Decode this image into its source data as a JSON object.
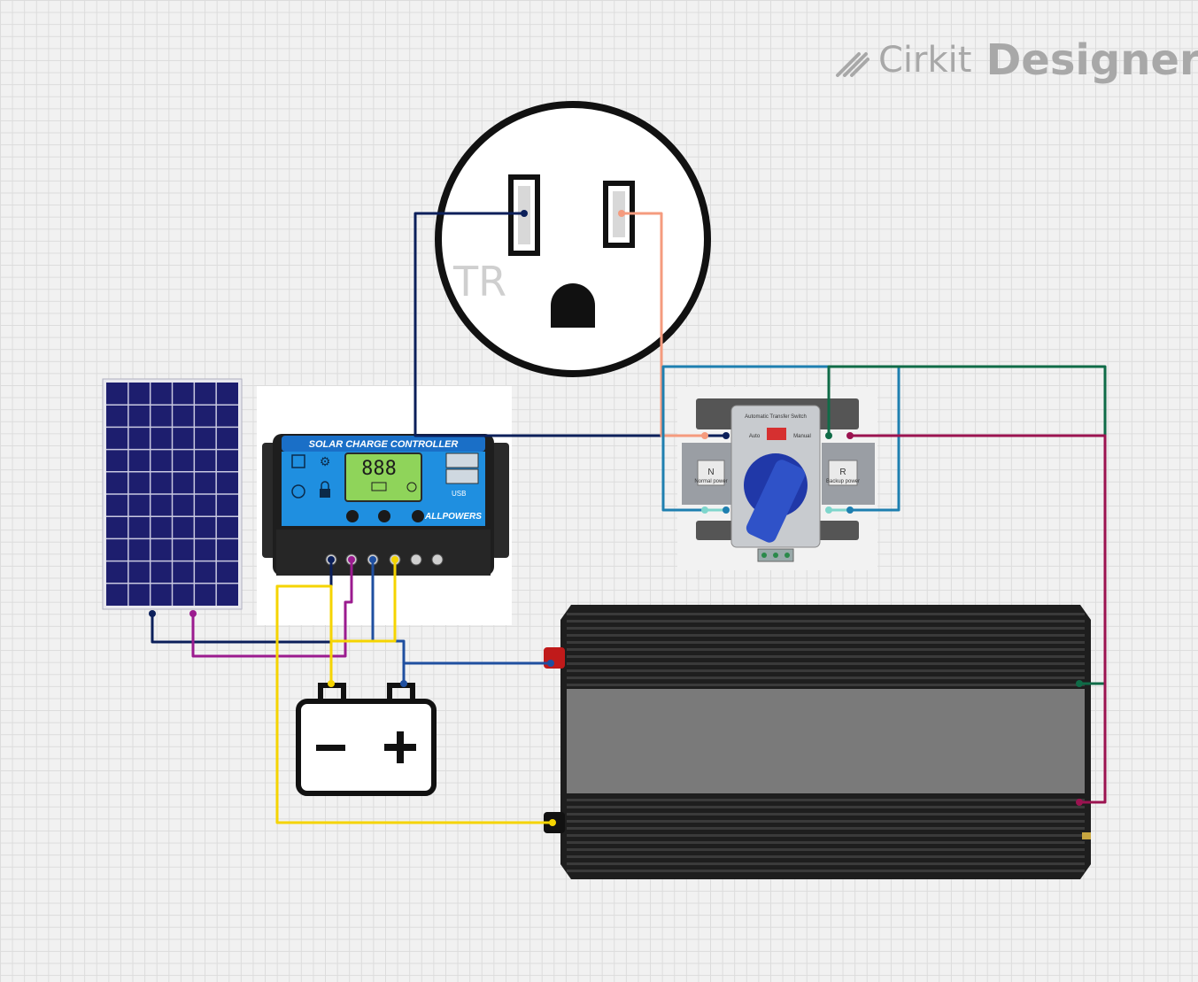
{
  "app": {
    "name": "Cirkit",
    "product": "Designer"
  },
  "components": {
    "solar_panel": {
      "icon": "solar-panel-icon"
    },
    "charge_controller": {
      "title": "SOLAR CHARGE CONTROLLER",
      "lcd": "888",
      "brand": "ALLPOWERS",
      "usb_label": "USB"
    },
    "outlet": {
      "label": "TR"
    },
    "transfer_switch": {
      "title": "Automatic Transfer Switch",
      "mode_auto": "Auto",
      "mode_manual": "Manual",
      "left_label": "N",
      "right_label": "R",
      "left_sub": "Normal power",
      "right_sub": "Backup power"
    },
    "battery": {
      "minus": "−",
      "plus": "+"
    },
    "inverter": {
      "icon": "power-inverter-icon"
    }
  },
  "wire_colors": {
    "navy": "#0b1f5a",
    "magenta": "#9b1b8f",
    "blue": "#1f4fa0",
    "yellow": "#f5d400",
    "salmon": "#f59b7e",
    "teal": "#1e7fb0",
    "green": "#0f6b47",
    "crimson": "#9b1350"
  }
}
